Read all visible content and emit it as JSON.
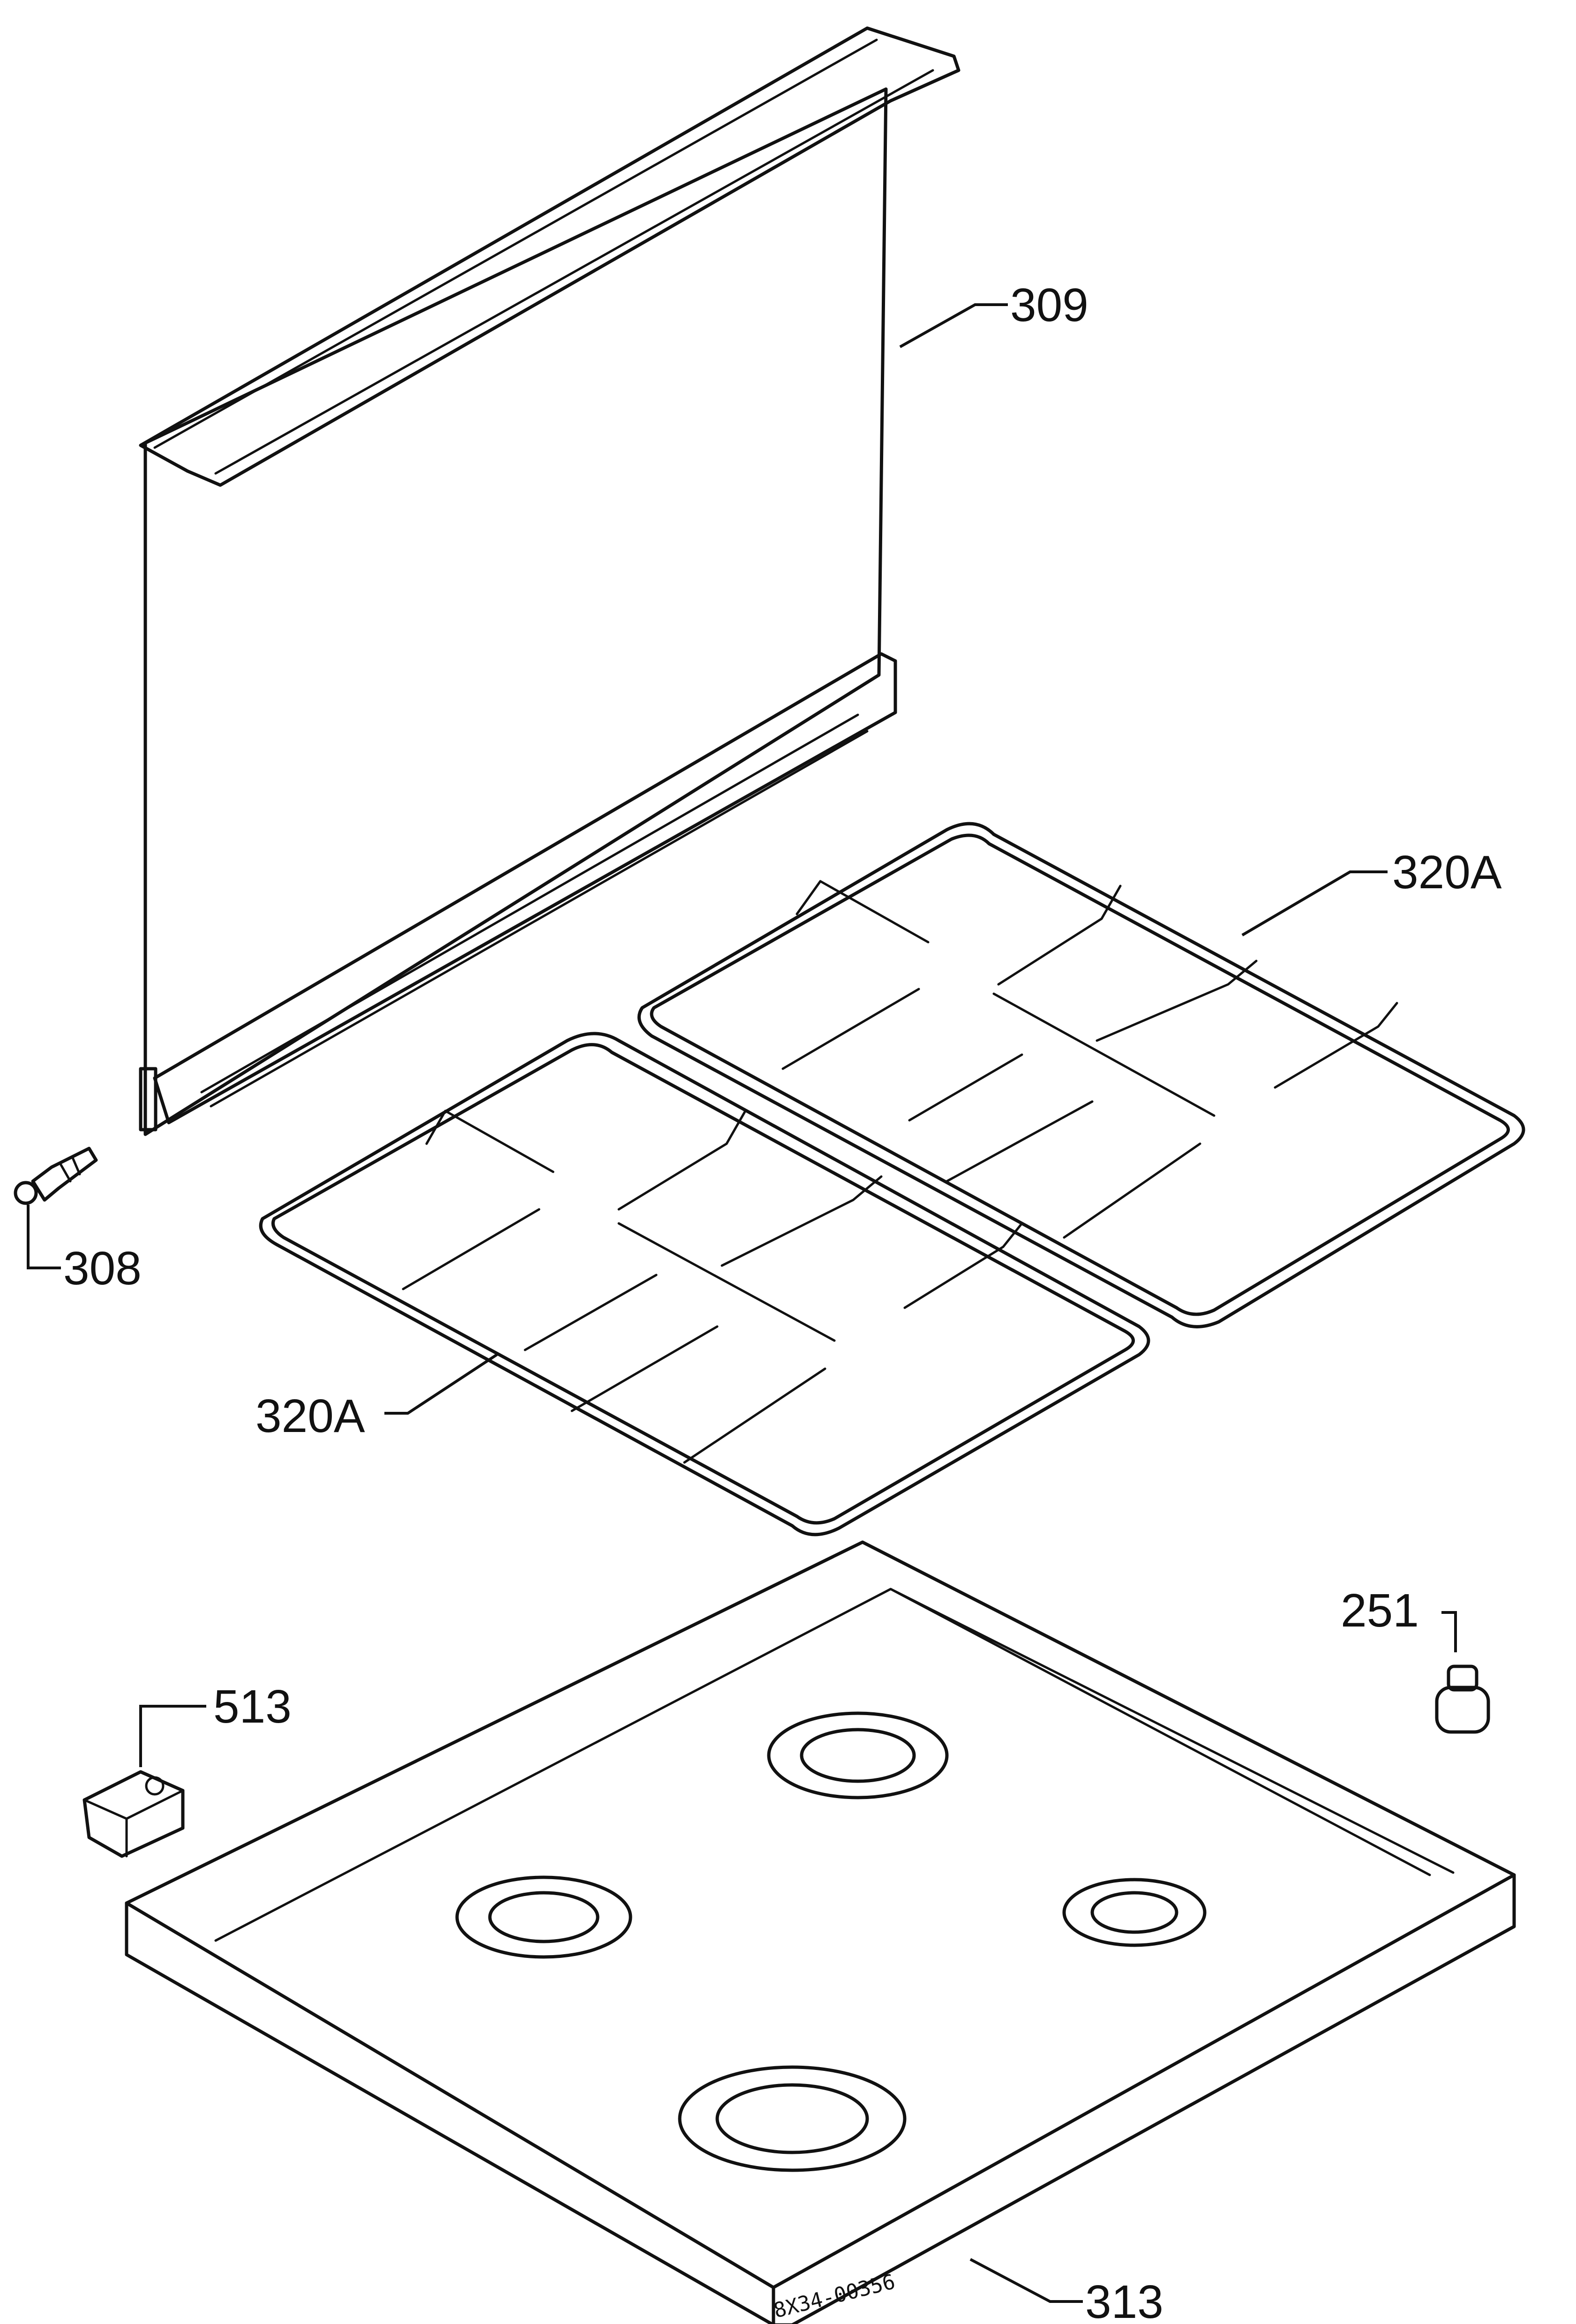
{
  "labels": {
    "lid": "309",
    "screw": "308",
    "grid_right": "320A",
    "grid_left": "320A",
    "knob": "251",
    "clip": "513",
    "hob": "313"
  },
  "drawing_code": "8X34-00356"
}
